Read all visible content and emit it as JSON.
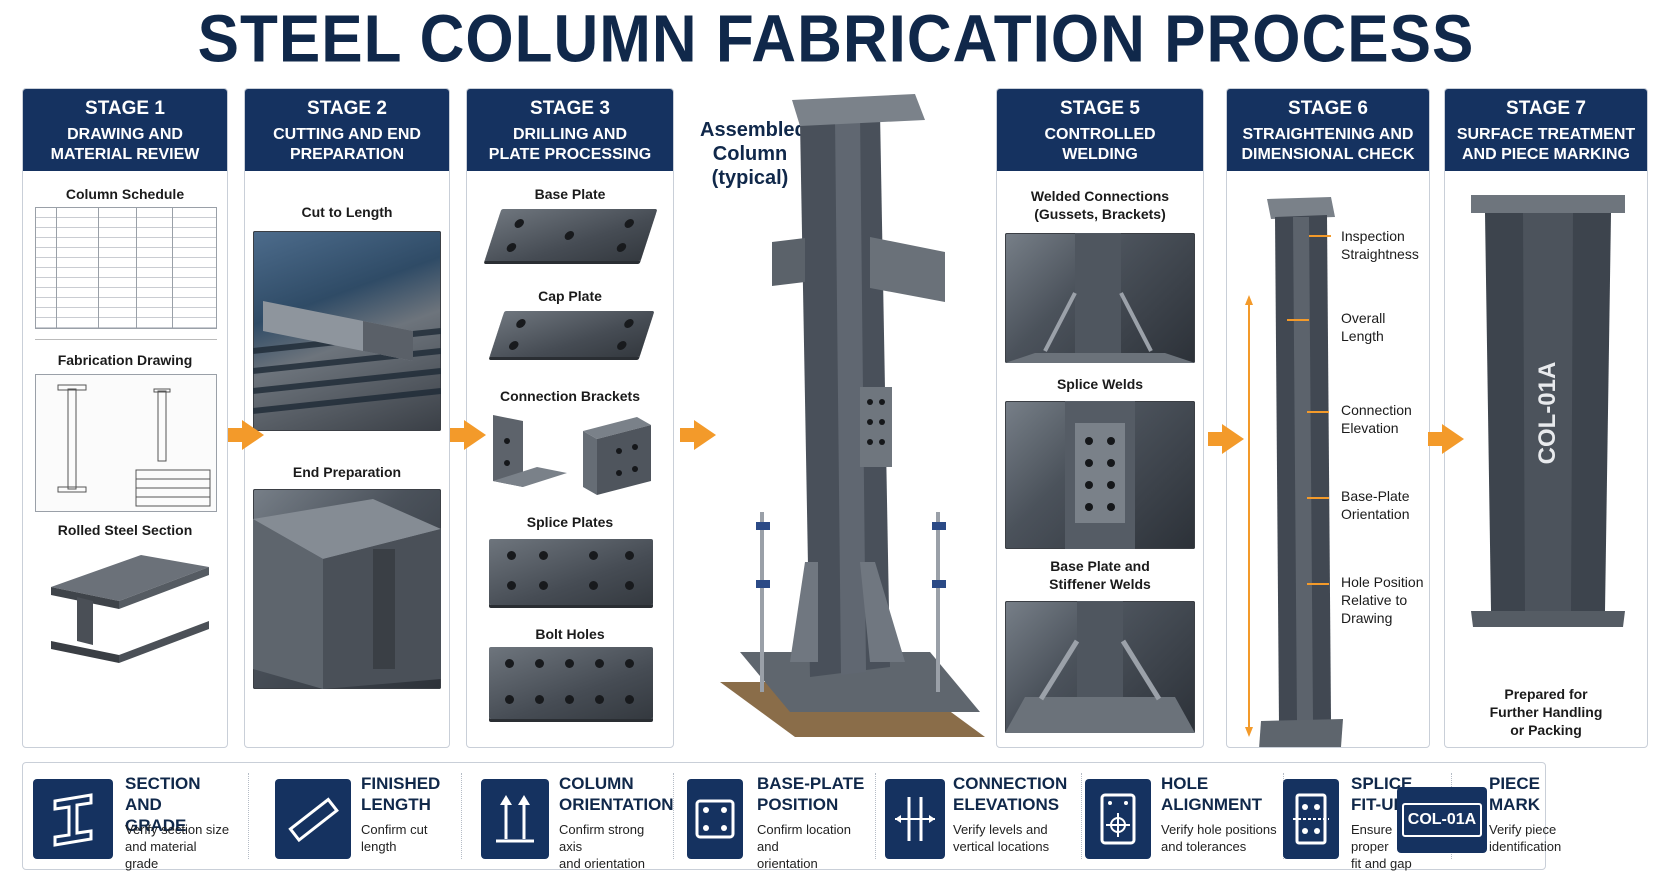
{
  "title": "STEEL COLUMN FABRICATION PROCESS",
  "stages": [
    {
      "stage": "STAGE 1",
      "name_l1": "DRAWING AND",
      "name_l2": "MATERIAL REVIEW",
      "items": [
        "Column Schedule",
        "Fabrication Drawing",
        "Rolled Steel Section"
      ]
    },
    {
      "stage": "STAGE 2",
      "name_l1": "CUTTING AND END",
      "name_l2": "PREPARATION",
      "items": [
        "Cut to Length",
        "End Preparation"
      ]
    },
    {
      "stage": "STAGE 3",
      "name_l1": "DRILLING AND",
      "name_l2": "PLATE PROCESSING",
      "items": [
        "Base Plate",
        "Cap Plate",
        "Connection Brackets",
        "Splice Plates",
        "Bolt Holes"
      ]
    },
    {
      "stage": "STAGE 5",
      "name_l1": "CONTROLLED",
      "name_l2": "WELDING",
      "items": [
        "Welded Connections",
        "(Gussets, Brackets)",
        "Splice Welds",
        "Base Plate and",
        "Stiffener Welds"
      ]
    },
    {
      "stage": "STAGE 6",
      "name_l1": "STRAIGHTENING AND",
      "name_l2": "DIMENSIONAL CHECK",
      "checks": [
        {
          "l1": "Inspection",
          "l2": "Straightness"
        },
        {
          "l1": "Overall",
          "l2": "Length"
        },
        {
          "l1": "Connection",
          "l2": "Elevation"
        },
        {
          "l1": "Base-Plate",
          "l2": "Orientation"
        },
        {
          "l1": "Hole Position",
          "l2": "Relative to",
          "l3": "Drawing"
        }
      ]
    },
    {
      "stage": "STAGE 7",
      "name_l1": "SURFACE TREATMENT",
      "name_l2": "AND PIECE MARKING",
      "mark": "COL-01A",
      "note_l1": "Prepared for",
      "note_l2": "Further Handling",
      "note_l3": "or Packing"
    }
  ],
  "assembled": {
    "l1": "Assembled",
    "l2": "Column",
    "l3": "(typical)"
  },
  "checklist": [
    {
      "t1": "SECTION AND",
      "t2": "GRADE",
      "d1": "Verify section size",
      "d2": "and material grade",
      "icon": "i-beam-icon"
    },
    {
      "t1": "FINISHED",
      "t2": "LENGTH",
      "d1": "Confirm cut",
      "d2": "length",
      "icon": "ruler-icon"
    },
    {
      "t1": "COLUMN",
      "t2": "ORIENTATION",
      "d1": "Confirm strong axis",
      "d2": "and orientation",
      "icon": "orientation-arrows-icon"
    },
    {
      "t1": "BASE-PLATE",
      "t2": "POSITION",
      "d1": "Confirm location and",
      "d2": "orientation",
      "icon": "base-plate-icon"
    },
    {
      "t1": "CONNECTION",
      "t2": "ELEVATIONS",
      "d1": "Verify levels and",
      "d2": "vertical locations",
      "icon": "elevation-icon"
    },
    {
      "t1": "HOLE",
      "t2": "ALIGNMENT",
      "d1": "Verify hole positions",
      "d2": "and tolerances",
      "icon": "crosshair-icon"
    },
    {
      "t1": "SPLICE",
      "t2": "FIT-UP",
      "d1": "Ensure proper",
      "d2": "fit and gap",
      "icon": "splice-plate-icon"
    },
    {
      "t1": "PIECE",
      "t2": "MARK",
      "d1": "Verify piece",
      "d2": "identification",
      "icon": "piece-mark-icon",
      "icon_text": "COL-01A"
    }
  ],
  "colors": {
    "navy": "#153260",
    "accent": "#f39a2a",
    "title": "#10284a"
  }
}
